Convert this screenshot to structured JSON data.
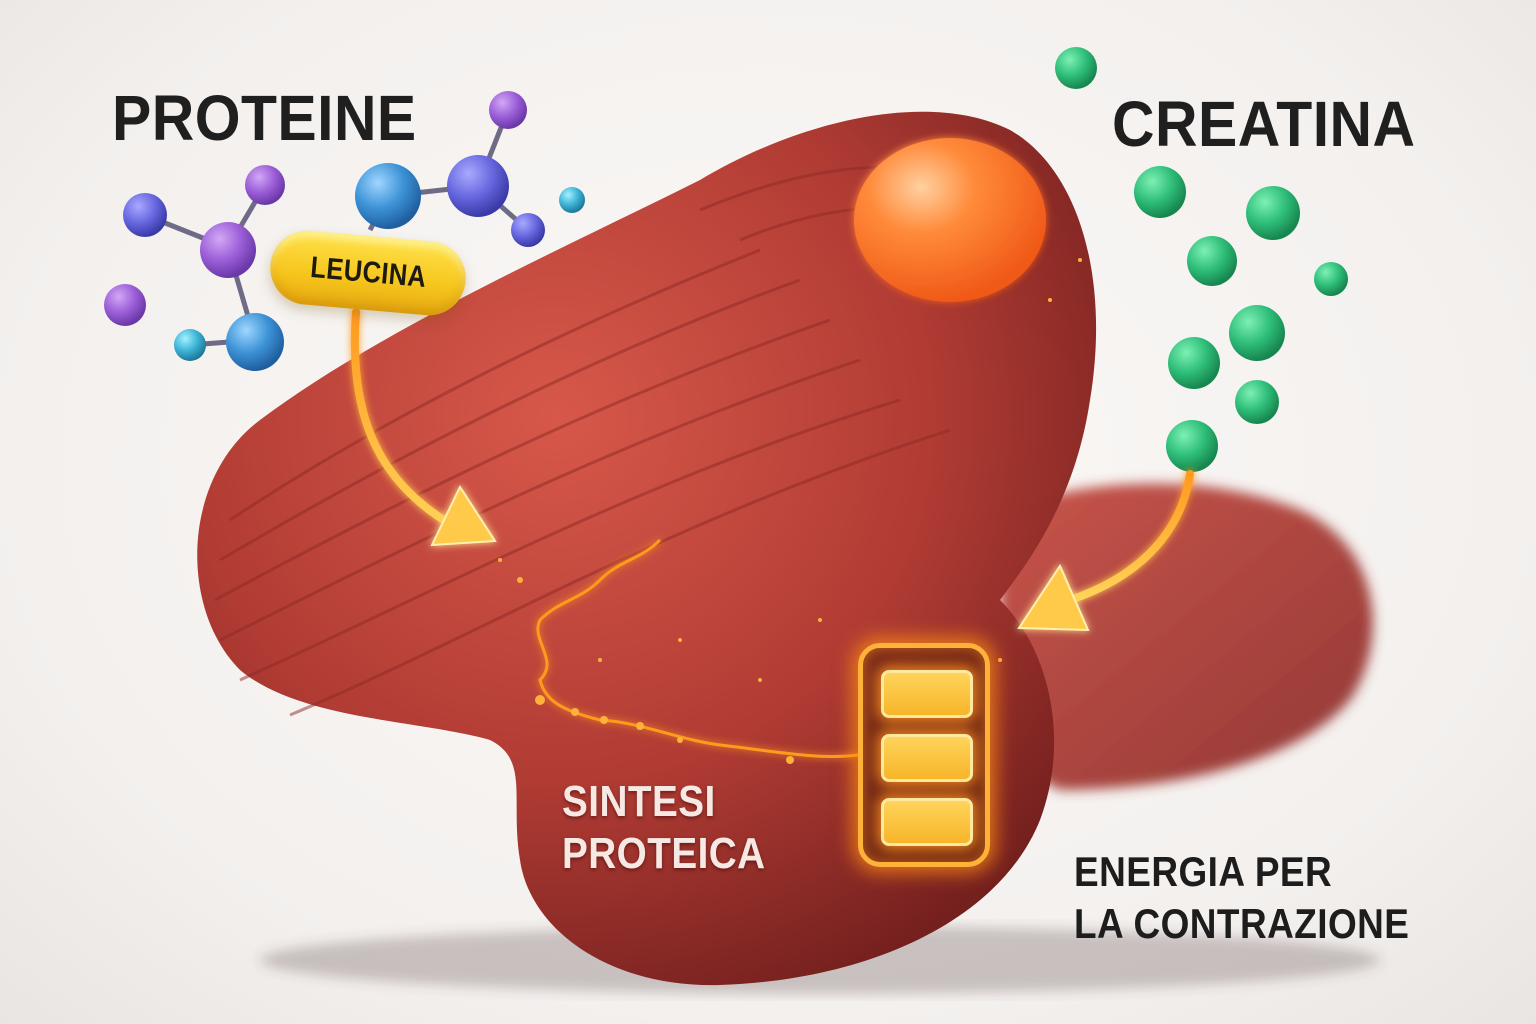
{
  "diagram": {
    "left_group": {
      "title": "PROTEINE",
      "highlight_label": "LEUCINA",
      "molecule_colors": [
        "#8e5bd6",
        "#6a6ae0",
        "#3f93d6",
        "#3db4d8"
      ]
    },
    "right_group": {
      "title": "CREATINA",
      "particle_color": "#2fbf7a"
    },
    "muscle": {
      "color": "#b8443c",
      "nodule_color": "#ff7a2a",
      "glow_color": "#ff9a1f"
    },
    "annotations": {
      "protein_synthesis": [
        "SINTESI",
        "PROTEICA"
      ],
      "energy": [
        "ENERGIA PER",
        "LA CONTRAZIONE"
      ]
    },
    "arrows": [
      {
        "from": "LEUCINA",
        "to": "muscle"
      },
      {
        "from": "CREATINA",
        "to": "muscle"
      }
    ],
    "battery": {
      "cells": 3,
      "color": "#ffb23a"
    }
  }
}
